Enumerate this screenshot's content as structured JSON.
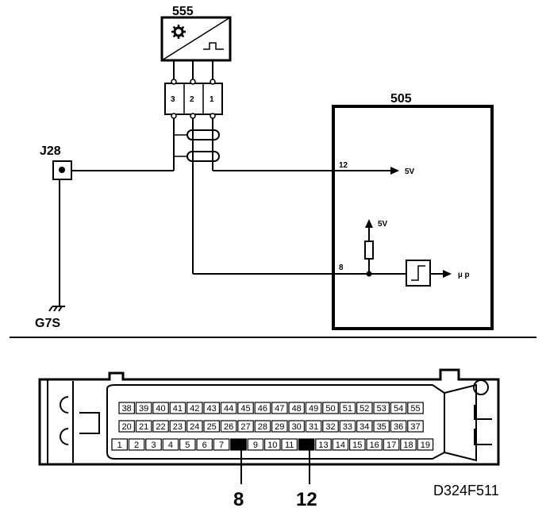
{
  "components": {
    "sensor_id": "555",
    "sensor_pins": [
      "3",
      "2",
      "1"
    ],
    "ecu_id": "505",
    "ecu_pin_a": "12",
    "ecu_pin_b": "8",
    "supply_label_a": "5V",
    "supply_label_b": "5V",
    "output_label": "µ p",
    "junction_id": "J28",
    "ground_id": "G7S"
  },
  "connector": {
    "row_top": [
      "38",
      "39",
      "40",
      "41",
      "42",
      "43",
      "44",
      "45",
      "46",
      "47",
      "48",
      "49",
      "50",
      "51",
      "52",
      "53",
      "54",
      "55"
    ],
    "row_mid": [
      "20",
      "21",
      "22",
      "23",
      "24",
      "25",
      "26",
      "27",
      "28",
      "29",
      "30",
      "31",
      "32",
      "33",
      "34",
      "35",
      "36",
      "37"
    ],
    "row_bottom": [
      "1",
      "2",
      "3",
      "4",
      "5",
      "6",
      "7",
      "8",
      "9",
      "10",
      "11",
      "12",
      "13",
      "14",
      "15",
      "16",
      "17",
      "18",
      "19"
    ],
    "highlighted_pins": [
      "8",
      "12"
    ],
    "callout_left": "8",
    "callout_right": "12"
  },
  "figure_id": "D324F511"
}
